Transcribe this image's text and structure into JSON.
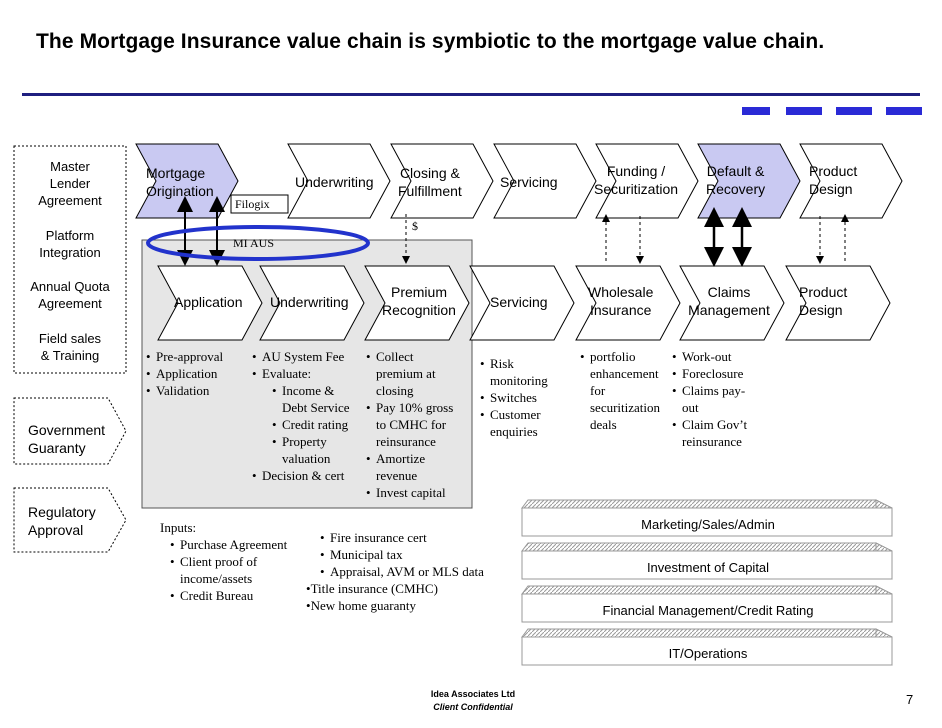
{
  "title": "The Mortgage Insurance value chain is symbiotic to the mortgage value chain.",
  "left_labels": {
    "master_lender_agreement": [
      "Master",
      "Lender",
      "Agreement"
    ],
    "platform_integration": [
      "Platform",
      "Integration"
    ],
    "annual_quota_agreement": [
      "Annual Quota",
      "Agreement"
    ],
    "field_sales_training": [
      "Field sales",
      "& Training"
    ],
    "government_guaranty": [
      "Government",
      "Guaranty"
    ],
    "regulatory_approval": [
      "Regulatory",
      "Approval"
    ]
  },
  "mortgage_chain": [
    {
      "label": [
        "Mortgage",
        "Origination"
      ],
      "highlight": true
    },
    {
      "label": [
        "Underwriting"
      ],
      "highlight": false
    },
    {
      "label": [
        "Closing &",
        "Fulfillment"
      ],
      "highlight": false
    },
    {
      "label": [
        "Servicing"
      ],
      "highlight": false
    },
    {
      "label": [
        "Funding /",
        "Securitization"
      ],
      "highlight": false
    },
    {
      "label": [
        "Default &",
        "Recovery"
      ],
      "highlight": true
    },
    {
      "label": [
        "Product",
        "Design"
      ],
      "highlight": false
    }
  ],
  "mi_chain": [
    {
      "label": [
        "Application"
      ]
    },
    {
      "label": [
        "Underwriting"
      ]
    },
    {
      "label": [
        "Premium",
        "Recognition"
      ]
    },
    {
      "label": [
        "Servicing"
      ]
    },
    {
      "label": [
        "Wholesale",
        "Insurance"
      ]
    },
    {
      "label": [
        "Claims",
        "Management"
      ]
    },
    {
      "label": [
        "Product",
        "Design"
      ]
    }
  ],
  "filogix_label": "Filogix",
  "mi_aus_label": "MI AUS",
  "dollar_label": "$",
  "bullets": {
    "application": [
      "Pre-approval",
      "Application",
      "Validation"
    ],
    "underwriting": {
      "items": [
        "AU System Fee",
        "Evaluate:"
      ],
      "sub": [
        "Income &",
        "Debt Service",
        "Credit rating",
        "Property",
        "valuation"
      ],
      "last": "Decision & cert"
    },
    "premium": [
      "Collect",
      "premium at",
      "closing",
      "Pay 10% gross",
      "to CMHC for",
      "reinsurance",
      "Amortize",
      "revenue",
      "Invest capital"
    ],
    "servicing": [
      "Risk",
      "monitoring",
      "Switches",
      "Customer",
      "enquiries"
    ],
    "wholesale": [
      "portfolio",
      "enhancement",
      "for",
      "securitization",
      "deals"
    ],
    "claims": [
      "Work-out",
      "Foreclosure",
      "Claims pay-",
      "out",
      "Claim Gov’t",
      "reinsurance"
    ]
  },
  "inputs": {
    "heading": "Inputs:",
    "items": [
      "Purchase Agreement",
      "Client proof of",
      "income/assets",
      "Credit Bureau"
    ],
    "items2": [
      "Fire insurance cert",
      "Municipal tax",
      "Appraisal, AVM or MLS data"
    ],
    "items3": [
      "Title insurance (CMHC)",
      "New home guaranty"
    ]
  },
  "support_bars": [
    "Marketing/Sales/Admin",
    "Investment of Capital",
    "Financial Management/Credit Rating",
    "IT/Operations"
  ],
  "footer": {
    "line1": "Idea Associates Ltd",
    "line2": "Client Confidential",
    "page": "7"
  },
  "colors": {
    "highlight": "#c9c9f2",
    "rule": "#1f1f80",
    "deco": "#2a2ad6",
    "ellipse": "#2233cc",
    "panel": "#e6e6e6"
  }
}
